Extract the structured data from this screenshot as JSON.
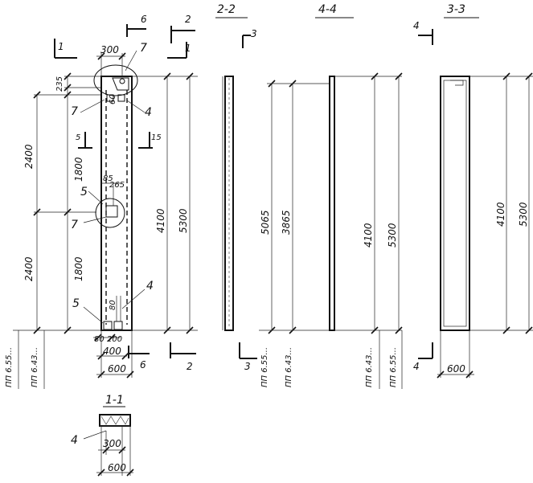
{
  "sections": {
    "s22": "2-2",
    "s44": "4-4",
    "s33": "3-3",
    "s11": "1-1"
  },
  "cut_marks": {
    "m1": "1",
    "m6_top": "6",
    "m2_top": "2",
    "m3_top": "3",
    "m4_top": "4",
    "m5": "5",
    "m15": "15",
    "m6_bottom": "6",
    "m2_bottom": "2",
    "m3_bottom": "3",
    "m4_bottom": "4"
  },
  "callouts": {
    "c7a": "7",
    "c7b": "7",
    "c7c": "7",
    "c4a": "4",
    "c4b": "4",
    "c5a": "5",
    "c5b": "5",
    "c4_section": "4"
  },
  "dimensions": {
    "w300": "300",
    "h235": "235",
    "h2400_top": "2400",
    "h1800_top": "1800",
    "h2400_bot": "2400",
    "h1800_bot": "1800",
    "h4100_main": "4100",
    "h5300_main": "5300",
    "d85": "85",
    "d265": "265",
    "d80": "80",
    "d200": "200",
    "w400": "400",
    "w600_main": "600",
    "h5065": "5065",
    "h3865": "3865",
    "h4100_44": "4100",
    "h5300_44": "5300",
    "h4100_33": "4100",
    "h5300_33": "5300",
    "w600_33": "600",
    "w300_sec": "300",
    "w600_sec": "600",
    "d60_top": "60",
    "d80_bot": "80"
  },
  "marks": {
    "pp655_main": "ПП 6.55...",
    "pp643_main": "ПП 6.43...",
    "pp655_22": "ПП 6.55...",
    "pp643_22": "ПП 6.43...",
    "pp643_44": "ПП 6.43...",
    "pp655_44": "ПП 6.55..."
  }
}
